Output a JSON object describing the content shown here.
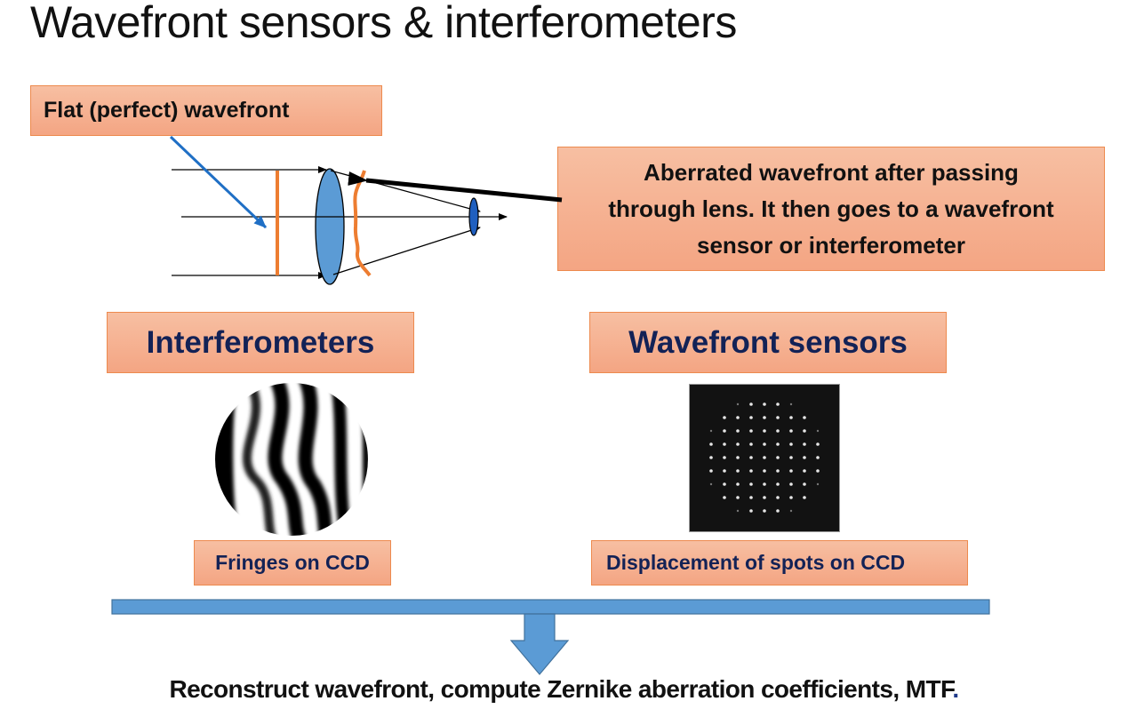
{
  "title": "Wavefront sensors  & interferometers",
  "callouts": {
    "flat_wavefront": "Flat (perfect) wavefront",
    "aberrated_wavefront": {
      "lines": [
        "Aberrated wavefront after passing",
        "through lens. It then goes to a wavefront",
        "sensor or interferometer"
      ]
    }
  },
  "sections": {
    "interferometers": {
      "heading": "Interferometers",
      "image": "interference-fringe-pattern",
      "caption": "Fringes on CCD"
    },
    "wavefront_sensors": {
      "heading": "Wavefront sensors",
      "image": "shack-hartmann-spot-pattern",
      "caption": "Displacement of spots on CCD"
    }
  },
  "footer": {
    "text": "Reconstruct wavefront, compute Zernike aberration coefficients, MTF",
    "period": "."
  },
  "colors": {
    "box_fill_top": "#f7bfa2",
    "box_fill_bottom": "#f4a583",
    "box_border": "#ed8a4e",
    "heading_text": "#132256",
    "wavefront_orange": "#ed7d31",
    "lens_blue": "#5b9bd5",
    "small_lens_blue": "#1f5fbf",
    "pointer_blue": "#1f6fc5",
    "bar_blue": "#5b9bd5"
  }
}
